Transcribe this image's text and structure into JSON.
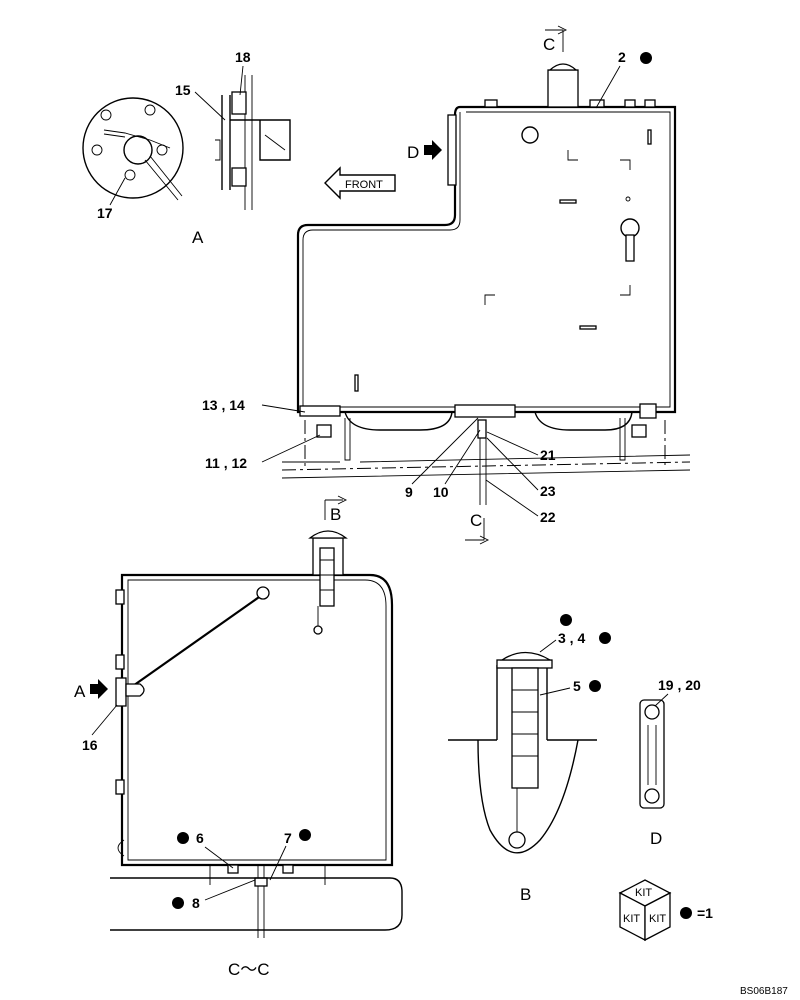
{
  "labels": {
    "l2": "2",
    "l3_4": "3 , 4",
    "l5": "5",
    "l6": "6",
    "l7": "7",
    "l8": "8",
    "l9": "9",
    "l10": "10",
    "l11_12": "11 , 12",
    "l13_14": "13 , 14",
    "l15": "15",
    "l16": "16",
    "l17": "17",
    "l18": "18",
    "l19_20": "19 , 20",
    "l21": "21",
    "l22": "22",
    "l23": "23"
  },
  "views": {
    "a": "A",
    "b": "B",
    "d": "D",
    "cc": "C～C",
    "c_top": "C",
    "c_bottom": "C",
    "b_section": "B",
    "d_arrow": "D",
    "a_arrow": "A"
  },
  "front_label": "FRONT",
  "kit": {
    "kit_text": "KIT",
    "legend": "=1"
  },
  "drawing_code": "BS06B187"
}
